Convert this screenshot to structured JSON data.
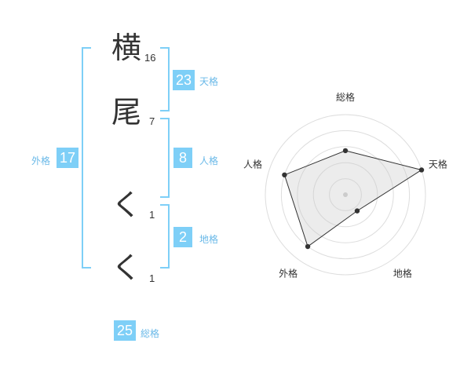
{
  "name_chars": [
    {
      "char": "横",
      "strokes": "16"
    },
    {
      "char": "尾",
      "strokes": "7"
    },
    {
      "char": "く",
      "strokes": "1"
    },
    {
      "char": "く",
      "strokes": "1"
    }
  ],
  "kaku": {
    "tenkaku": {
      "value": "23",
      "label": "天格"
    },
    "jinkaku": {
      "value": "8",
      "label": "人格"
    },
    "chikaku": {
      "value": "2",
      "label": "地格"
    },
    "gaikaku": {
      "value": "17",
      "label": "外格"
    },
    "soukaku": {
      "value": "25",
      "label": "総格"
    }
  },
  "colors": {
    "accent": "#7ecff7",
    "label": "#6ab9e8",
    "text": "#333333"
  },
  "chart_data": {
    "type": "radar",
    "axes": [
      "総格",
      "天格",
      "地格",
      "外格",
      "人格"
    ],
    "values": [
      0.55,
      1.0,
      0.25,
      0.8,
      0.8
    ],
    "rings": 4,
    "ylim": [
      0,
      1
    ]
  }
}
